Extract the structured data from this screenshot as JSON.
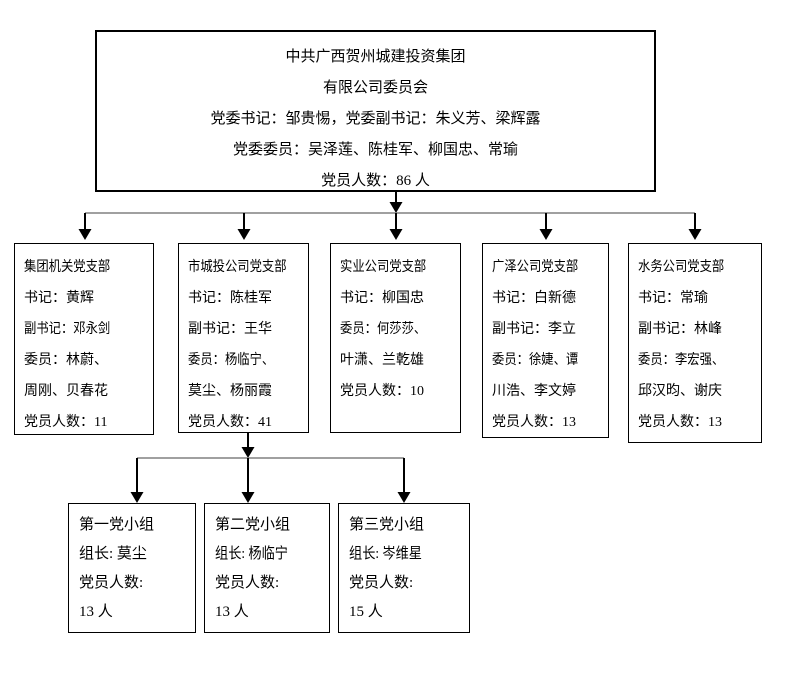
{
  "committee": {
    "line1": "中共广西贺州城建投资集团",
    "line2": "有限公司委员会",
    "line3": "党委书记：邹贵惕，党委副书记：朱义芳、梁辉露",
    "line4": "党委委员：吴泽莲、陈桂军、柳国忠、常瑜",
    "line5": "党员人数：86 人"
  },
  "branches": [
    {
      "title": "集团机关党支部",
      "lines": [
        "书记：黄辉",
        "副书记：邓永剑",
        "委员：林蔚、",
        "周刚、贝春花",
        "党员人数：11"
      ]
    },
    {
      "title": "市城投公司党支部",
      "lines": [
        "书记：陈桂军",
        "副书记：王华",
        "委员：杨临宁、",
        "莫尘、杨丽霞",
        "党员人数：41"
      ]
    },
    {
      "title": "实业公司党支部",
      "lines": [
        "书记：柳国忠",
        "委员：何莎莎、",
        "叶潇、兰乾雄",
        "党员人数：10"
      ]
    },
    {
      "title": "广泽公司党支部",
      "lines": [
        "书记：白新德",
        "副书记：李立",
        "委员：徐婕、谭",
        "川浩、李文婷",
        "党员人数：13"
      ]
    },
    {
      "title": "水务公司党支部",
      "lines": [
        "书记：常瑜",
        "副书记：林峰",
        "委员：李宏强、",
        "邱汉昀、谢庆",
        "党员人数：13"
      ]
    }
  ],
  "groups": [
    {
      "title": "第一党小组",
      "lines": [
        "组长: 莫尘",
        "党员人数:",
        "13 人"
      ]
    },
    {
      "title": "第二党小组",
      "lines": [
        "组长: 杨临宁",
        "党员人数:",
        "13 人"
      ]
    },
    {
      "title": "第三党小组",
      "lines": [
        "组长: 岑维星",
        "党员人数:",
        "15 人"
      ]
    }
  ],
  "colors": {
    "background": "#ffffff",
    "text": "#000000",
    "box_border": "#000000",
    "connector_vertical": "#000000",
    "connector_horizontal": "#808080",
    "arrowhead": "#000000"
  }
}
